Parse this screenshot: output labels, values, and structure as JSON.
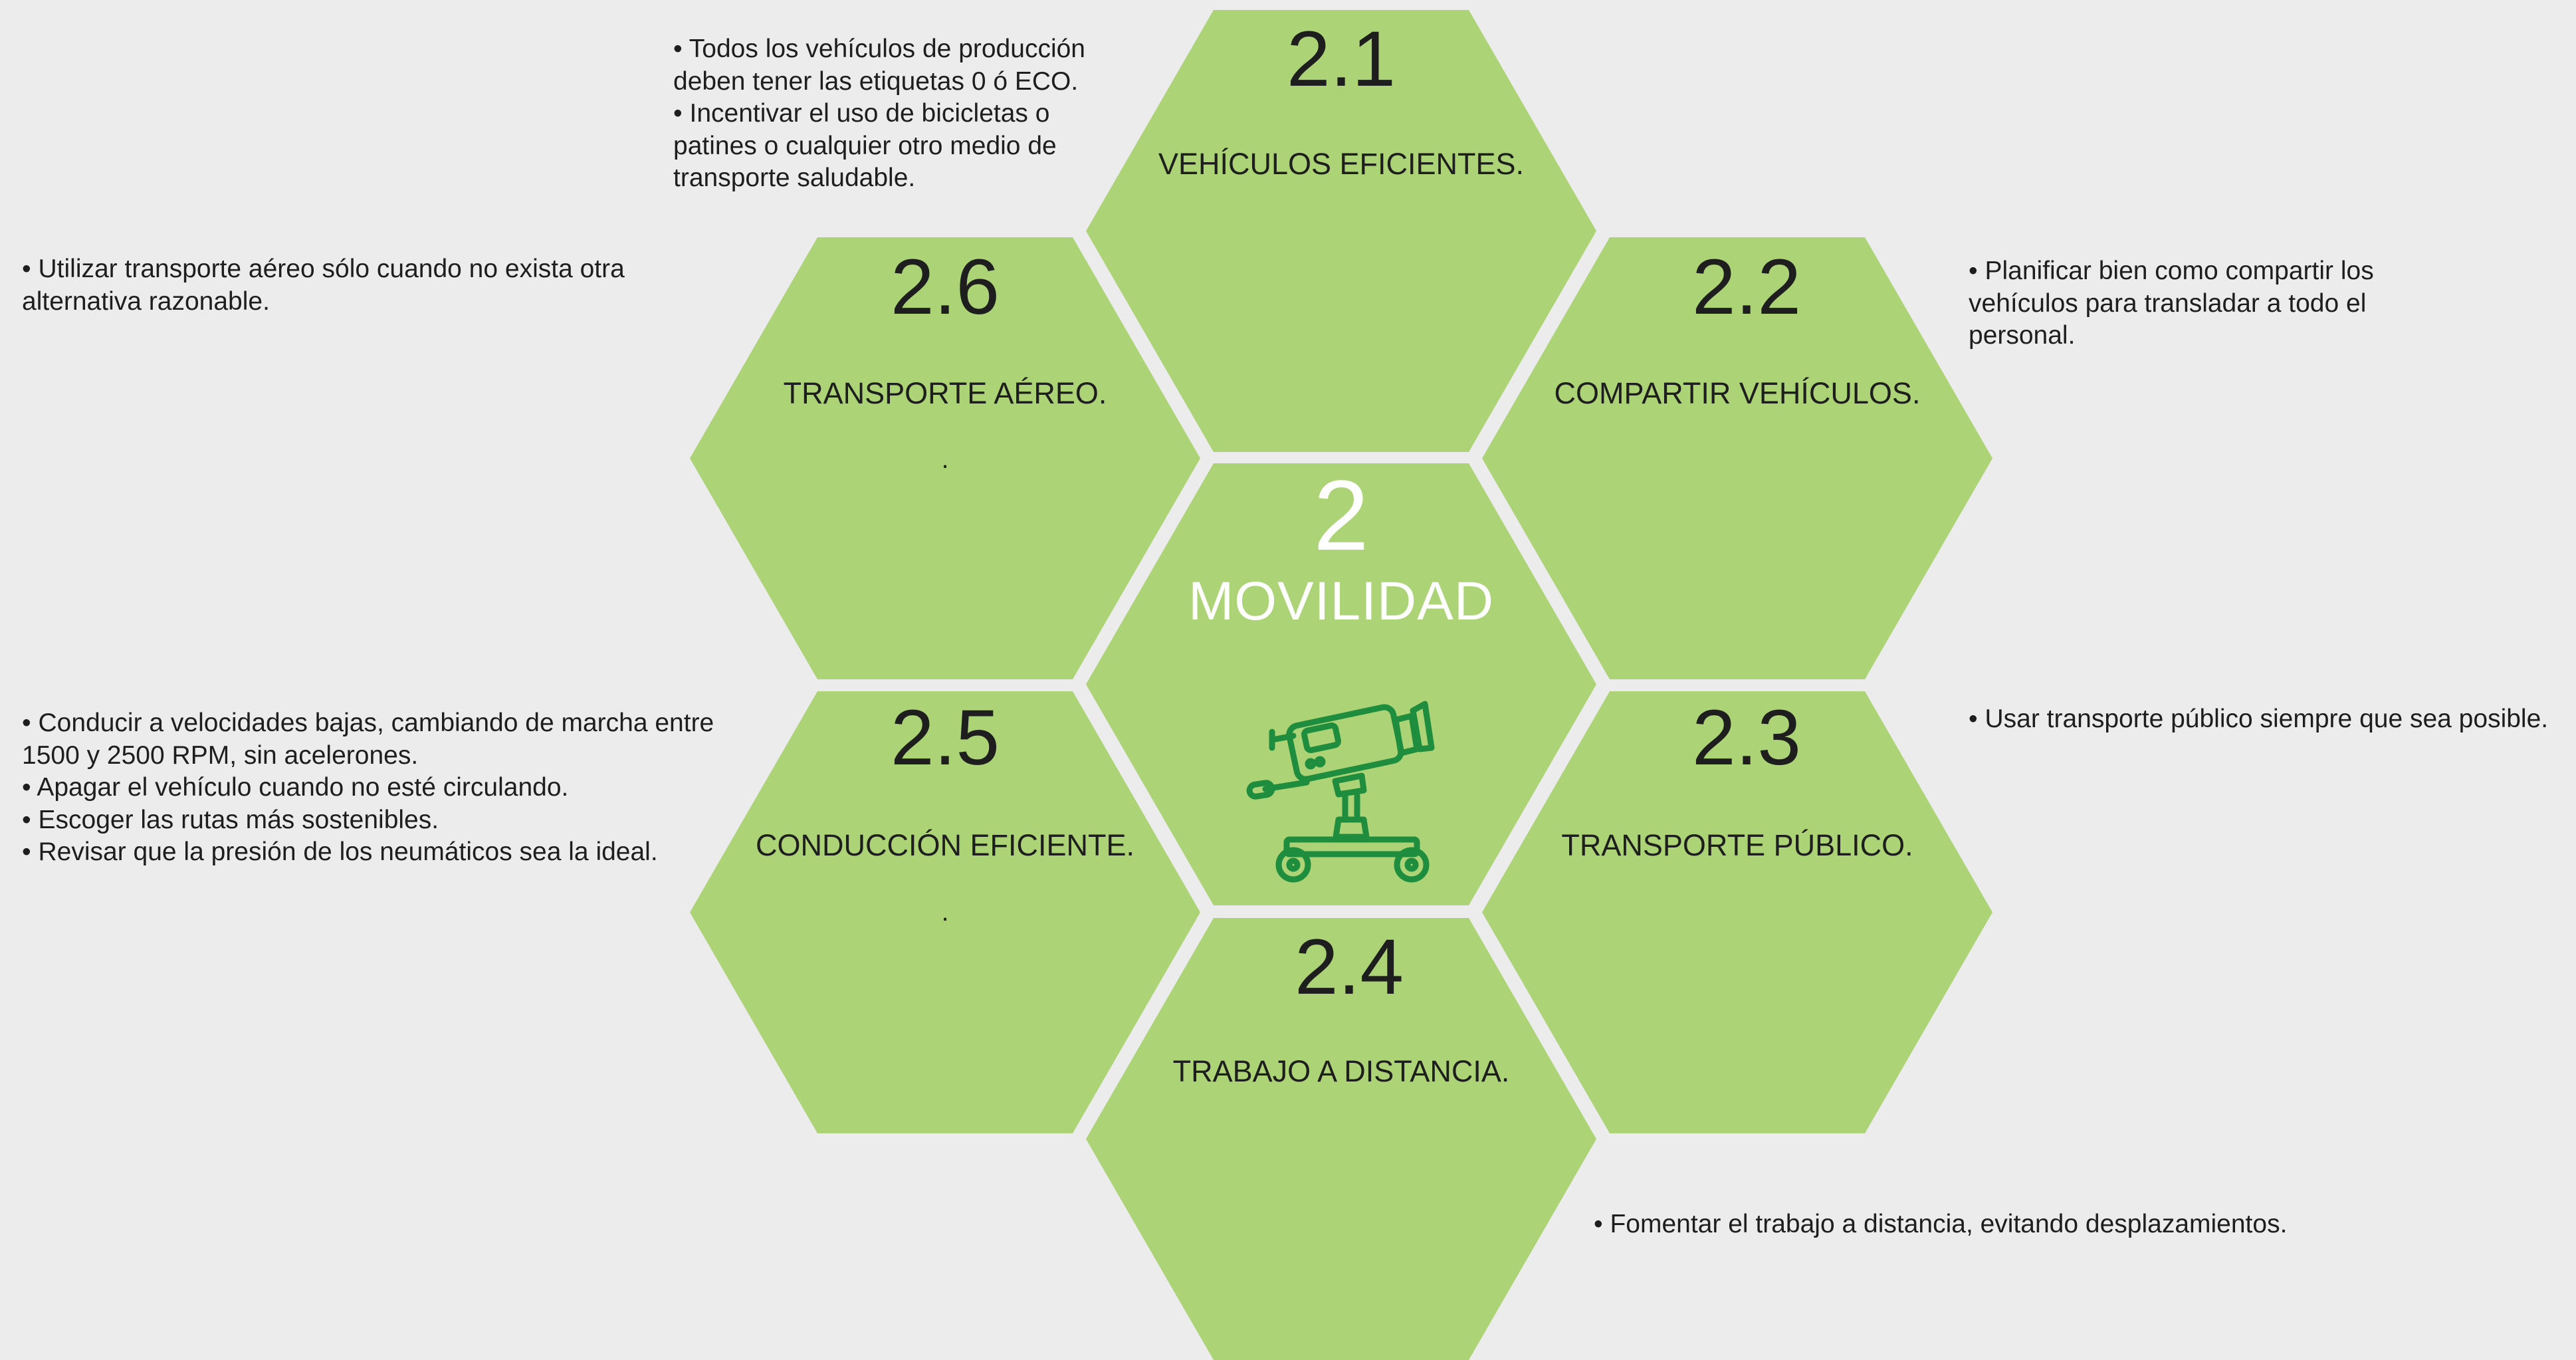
{
  "colors": {
    "background": "#ececed",
    "hex_fill": "#acd375",
    "center_text": "#ffffff",
    "icon": "#1e8e3e",
    "text": "#1e1e1e"
  },
  "center": {
    "number": "2",
    "title": "MOVILIDAD",
    "icon": "video-camera-on-dolly-icon"
  },
  "sections": [
    {
      "id": "2.1",
      "number": "2.1",
      "label": "VEHÍCULOS EFICIENTES.",
      "dot": "",
      "bullets": [
        "• Todos los vehículos de producción",
        "deben tener las etiquetas 0 ó ECO.",
        "• Incentivar el uso de bicicletas o",
        "patines o cualquier otro medio de",
        "transporte saludable."
      ]
    },
    {
      "id": "2.2",
      "number": "2.2",
      "label": "COMPARTIR VEHÍCULOS.",
      "dot": "",
      "bullets": [
        "• Planificar bien como compartir los",
        "vehículos para transladar a todo el",
        "personal."
      ]
    },
    {
      "id": "2.3",
      "number": "2.3",
      "label": "TRANSPORTE PÚBLICO.",
      "dot": "",
      "bullets": [
        "• Usar transporte público siempre que sea posible."
      ]
    },
    {
      "id": "2.4",
      "number": "2.4",
      "label": "TRABAJO A DISTANCIA.",
      "dot": "",
      "bullets": [
        "• Fomentar el trabajo a distancia, evitando desplazamientos."
      ]
    },
    {
      "id": "2.5",
      "number": "2.5",
      "label": "CONDUCCIÓN EFICIENTE.",
      "dot": ".",
      "bullets": [
        "• Conducir a velocidades bajas, cambiando de marcha entre",
        "1500 y 2500 RPM, sin acelerones.",
        "• Apagar el vehículo cuando no esté circulando.",
        "• Escoger las rutas más sostenibles.",
        "• Revisar que la presión de los neumáticos sea la ideal."
      ]
    },
    {
      "id": "2.6",
      "number": "2.6",
      "label": "TRANSPORTE AÉREO.",
      "dot": ".",
      "bullets": [
        "• Utilizar transporte aéreo sólo cuando no exista otra",
        "alternativa razonable."
      ]
    }
  ]
}
